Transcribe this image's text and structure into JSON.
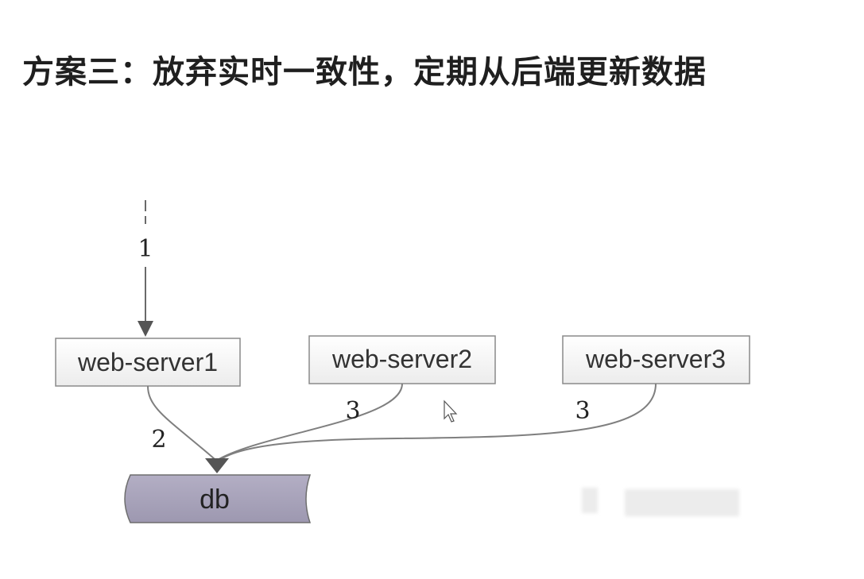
{
  "title": "方案三：放弃实时一致性，定期从后端更新数据",
  "nodes": {
    "server1": "web-server1",
    "server2": "web-server2",
    "server3": "web-server3",
    "db": "db"
  },
  "edges": {
    "request": "1",
    "server1_to_db": "2",
    "server2_to_db": "3",
    "server3_to_db": "3"
  },
  "colors": {
    "node_fill": "#f4f4f4",
    "node_border": "#8a8a8a",
    "db_fill": "#a7a2b9",
    "edge": "#7f7f7f",
    "arrow": "#555555"
  },
  "icons": {
    "cursor": "mouse-pointer-icon"
  }
}
